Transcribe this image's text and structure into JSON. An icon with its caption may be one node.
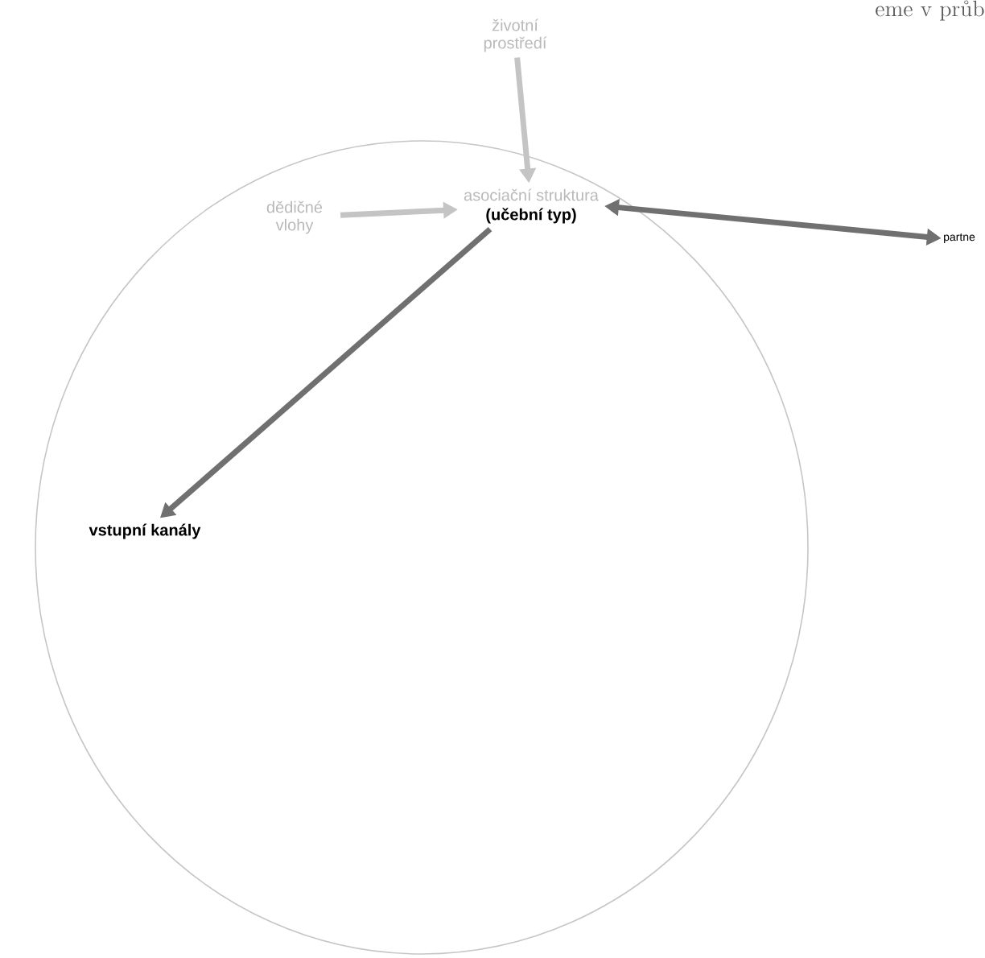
{
  "diagram": {
    "nodes": [
      {
        "text": [],
        "shape": "ellipse"
      },
      {
        "text": [
          "životní prostředí"
        ]
      },
      {
        "text": [
          "dědičné vlohy"
        ],
        "in": 0
      },
      {
        "text": [
          "asociační struktura",
          "(učební typ)"
        ],
        "in": 0
      },
      {
        "text": [
          "partne"
        ]
      },
      {
        "text": [
          "vstupní kanály"
        ],
        "in": 0
      }
    ],
    "edges": [
      {
        "from": 1,
        "to": 3,
        "arrow": "to",
        "color": "#c4c4c4"
      },
      {
        "from": 2,
        "to": 3,
        "arrow": "to",
        "color": "#c4c4c4"
      },
      {
        "from": 3,
        "to": 4,
        "arrow": "both"
      },
      {
        "from": 3,
        "to": 5,
        "arrow": "to"
      }
    ],
    "labels": [
      "eme v průb"
    ]
  }
}
